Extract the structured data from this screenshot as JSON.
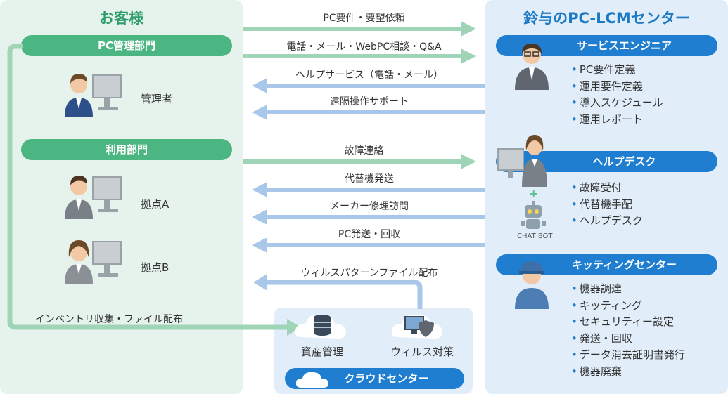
{
  "customer": {
    "title": "お客様",
    "pc_dept": "PC管理部門",
    "admin": "管理者",
    "user_dept": "利用部門",
    "site_a": "拠点A",
    "site_b": "拠点B",
    "inventory_flow": "インベントリ収集・ファイル配布"
  },
  "center": {
    "title": "鈴与のPC-LCMセンター",
    "service_engineer": {
      "label": "サービスエンジニア",
      "items": [
        "PC要件定義",
        "運用要件定義",
        "導入スケジュール",
        "運用レポート"
      ]
    },
    "helpdesk": {
      "label": "ヘルプデスク",
      "chatbot": "CHAT BOT",
      "items": [
        "故障受付",
        "代替機手配",
        "ヘルプデスク"
      ]
    },
    "kitting": {
      "label": "キッティングセンター",
      "items": [
        "機器調達",
        "キッティング",
        "セキュリティー設定",
        "発送・回収",
        "データ消去証明書発行",
        "機器廃棄"
      ]
    }
  },
  "flows": [
    {
      "label": "PC要件・要望依頼",
      "direction": "right",
      "color": "#9fd4b6"
    },
    {
      "label": "電話・メール・WebPC相談・Q&A",
      "direction": "right",
      "color": "#9fd4b6"
    },
    {
      "label": "ヘルプサービス（電話・メール）",
      "direction": "left",
      "color": "#a9c7e8"
    },
    {
      "label": "遠隔操作サポート",
      "direction": "left",
      "color": "#a9c7e8"
    },
    {
      "label": "故障連絡",
      "direction": "right",
      "color": "#9fd4b6"
    },
    {
      "label": "代替機発送",
      "direction": "left",
      "color": "#a9c7e8"
    },
    {
      "label": "メーカー修理訪問",
      "direction": "left",
      "color": "#a9c7e8"
    },
    {
      "label": "PC発送・回収",
      "direction": "left",
      "color": "#a9c7e8"
    },
    {
      "label": "ウィルスパターンファイル配布",
      "direction": "left",
      "color": "#a9c7e8"
    }
  ],
  "cloud": {
    "label": "クラウドセンター",
    "asset": "資産管理",
    "antivirus": "ウィルス対策"
  },
  "colors": {
    "green": "#4cb682",
    "blue": "#1f7ed0",
    "green_arrow": "#9fd4b6",
    "blue_arrow": "#a9c7e8"
  }
}
